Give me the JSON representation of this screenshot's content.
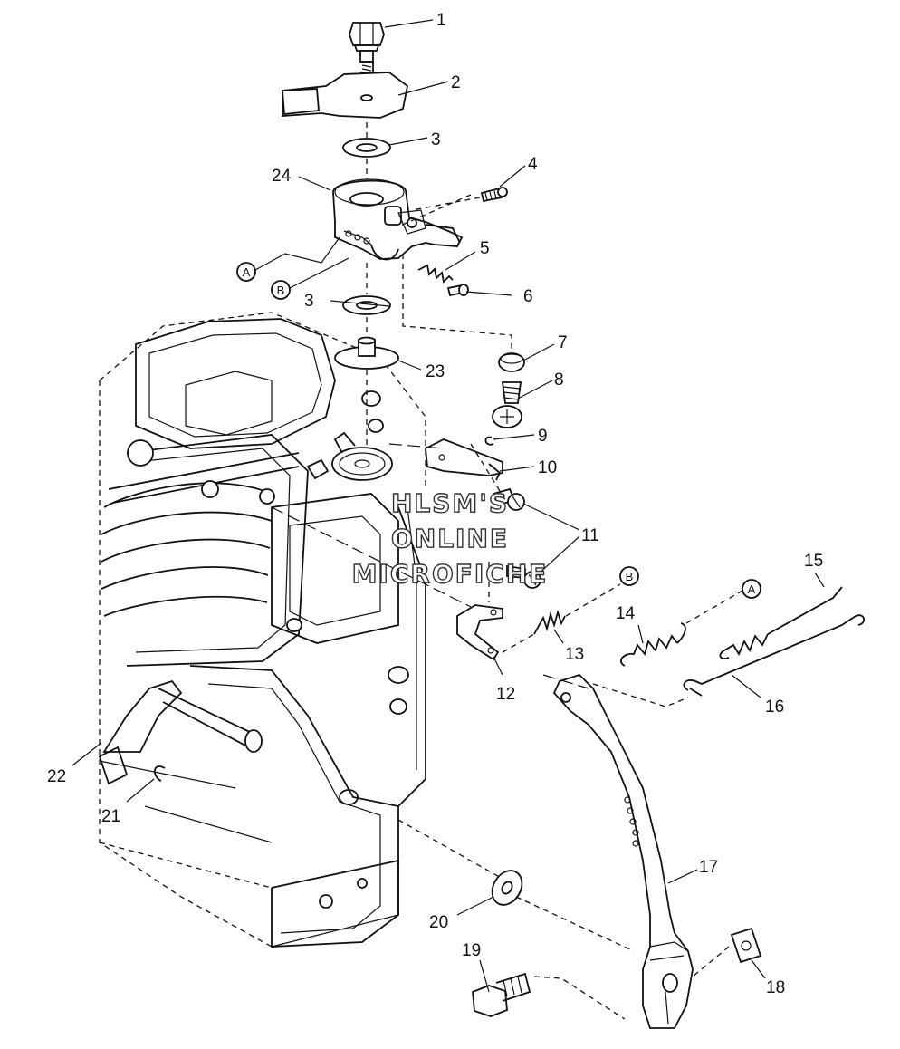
{
  "watermark": [
    "HLSM'S",
    "ONLINE",
    "MICROFICHE"
  ],
  "callout_letters": [
    "A",
    "B"
  ],
  "part_numbers": [
    "1",
    "2",
    "3",
    "3",
    "4",
    "5",
    "6",
    "7",
    "8",
    "9",
    "10",
    "11",
    "12",
    "13",
    "14",
    "15",
    "16",
    "17",
    "18",
    "19",
    "20",
    "21",
    "22",
    "23",
    "24"
  ]
}
